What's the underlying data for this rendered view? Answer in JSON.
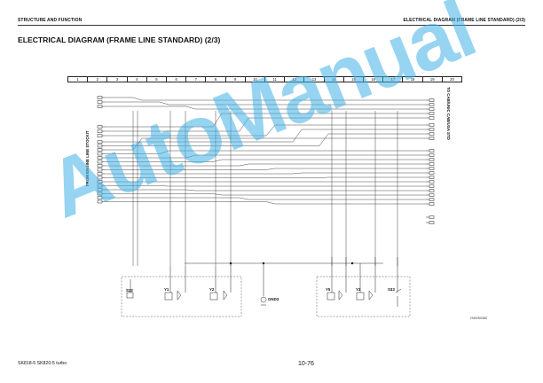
{
  "header": {
    "section": "STRUCTURE AND FUNCTION",
    "chapter": "ELECTRICAL DIAGRAM (FRAME LINE STANDARD) (2/3)"
  },
  "title": "ELECTRICAL DIAGRAM (FRAME LINE STANDARD) (2/3)",
  "grid_columns": [
    "1",
    "2",
    "3",
    "4",
    "5",
    "6",
    "7",
    "8",
    "9",
    "10",
    "11",
    "12",
    "13",
    "14",
    "15",
    "16",
    "17",
    "18",
    "19",
    "20"
  ],
  "left_side_label": "FROM ENGINE LINE STOCKIT",
  "right_side_label": "TO CAB/UNIC CAB/USA STD",
  "components": {
    "left_group": [
      "S32",
      "Y1",
      "Y2"
    ],
    "right_group": [
      "Y5",
      "Y3",
      "S33"
    ],
    "ground": "GND3"
  },
  "drawing_code": "YN00S0360",
  "watermark": "AutoManual",
  "footer": {
    "models": "SK818-5  SK820-5 turbo",
    "page_number": "10-76"
  }
}
